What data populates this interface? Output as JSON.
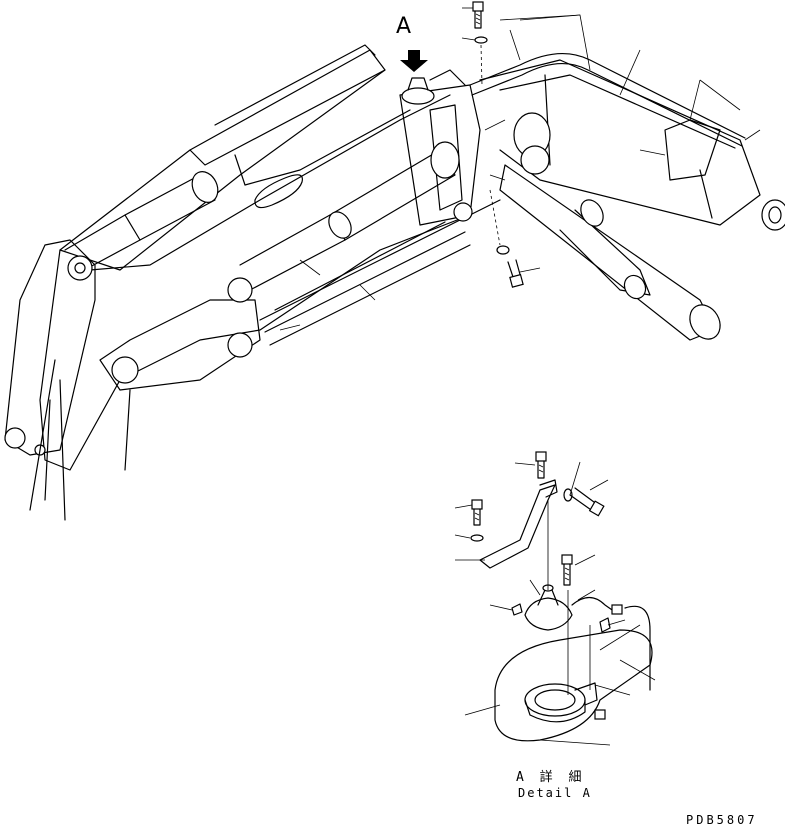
{
  "labels": {
    "view_marker": "A",
    "detail_jp": "A 詳 細",
    "detail_en": "Detail A",
    "drawing_code": "PDB5807"
  },
  "colors": {
    "line": "#000000",
    "background": "#ffffff"
  }
}
